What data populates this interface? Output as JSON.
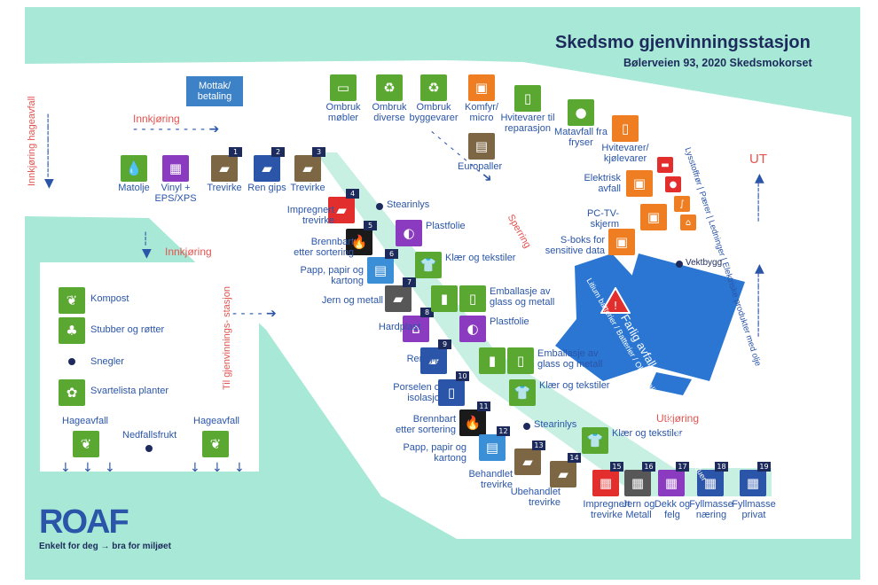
{
  "title": "Skedsmo gjenvinningsstasjon",
  "address": "Bølerveien 93, 2020 Skedsmokorset",
  "mottak": "Mottak/ betaling",
  "flow": {
    "innkjoring_top": "Innkjøring",
    "innkjoring_hage": "Innkjøring hageavfall",
    "innkjoring_left": "Innkjøring",
    "til_gjenvinning": "Til gjenvinnings- stasjon",
    "utkjoring": "Utkjøring",
    "ut": "UT",
    "sperring": "Sperring"
  },
  "top_row": [
    {
      "label": "Ombruk møbler",
      "color": "#5aa832",
      "icon": "sofa-icon",
      "glyph": "▭"
    },
    {
      "label": "Ombruk diverse",
      "color": "#5aa832",
      "icon": "recycle-icon",
      "glyph": "♻"
    },
    {
      "label": "Ombruk byggevarer",
      "color": "#5aa832",
      "icon": "recycle-icon",
      "glyph": "♻"
    },
    {
      "label": "Komfyr/ micro",
      "color": "#ef7d22",
      "icon": "stove-icon",
      "glyph": "▣"
    },
    {
      "label": "Hvitevarer til reparasjon",
      "color": "#5aa832",
      "icon": "fridge-icon",
      "glyph": "▯"
    },
    {
      "label": "Matavfall fra fryser",
      "color": "#5aa832",
      "icon": "apple-icon",
      "glyph": "●"
    },
    {
      "label": "Hvitevarer/ kjølevarer",
      "color": "#ef7d22",
      "icon": "fridge-icon",
      "glyph": "▯"
    }
  ],
  "europaller": {
    "label": "Europaller",
    "color": "#7d6643"
  },
  "entrance_row": [
    {
      "label": "Matolje",
      "color": "#5aa832",
      "icon": "oil-drop-icon",
      "glyph": "💧"
    },
    {
      "label": "Vinyl + EPS/XPS",
      "color": "#8b3bbf",
      "icon": "foam-icon",
      "glyph": "▦"
    },
    {
      "label": "Trevirke",
      "color": "#7d6643",
      "num": "1",
      "icon": "wood-icon",
      "glyph": "▰"
    },
    {
      "label": "Ren gips",
      "color": "#2a55a8",
      "num": "2",
      "icon": "gypsum-icon",
      "glyph": "▰"
    },
    {
      "label": "Trevirke",
      "color": "#7d6643",
      "num": "3",
      "icon": "wood-icon",
      "glyph": "▰"
    }
  ],
  "left_col": [
    {
      "label": "Impregnert trevirke",
      "color": "#e32e2e",
      "num": "4",
      "glyph": "▰"
    },
    {
      "label": "Brennbart etter sortering",
      "color": "#1a1a1a",
      "num": "5",
      "glyph": "🔥"
    },
    {
      "label": "Papp, papir og kartong",
      "color": "#3a8fd6",
      "num": "6",
      "glyph": "▤"
    },
    {
      "label": "Jern og metall",
      "color": "#575757",
      "num": "7",
      "glyph": "▰"
    },
    {
      "label": "Hardplast",
      "color": "#8b3bbf",
      "num": "8",
      "glyph": "⌂"
    },
    {
      "label": "Ren gips",
      "color": "#2a55a8",
      "num": "9",
      "glyph": "▰"
    },
    {
      "label": "Porselen og isolasjon",
      "color": "#2a55a8",
      "num": "10",
      "glyph": "▯"
    },
    {
      "label": "Brennbart etter sortering",
      "color": "#1a1a1a",
      "num": "11",
      "glyph": "🔥"
    },
    {
      "label": "Papp, papir og kartong",
      "color": "#3a8fd6",
      "num": "12",
      "glyph": "▤"
    },
    {
      "label": "Behandlet trevirke",
      "color": "#7d6643",
      "num": "13",
      "glyph": "▰"
    },
    {
      "label": "Ubehandlet trevirke",
      "color": "#7d6643",
      "num": "14",
      "glyph": "▰"
    }
  ],
  "right_col": [
    {
      "label": "Stearinlys",
      "type": "dot"
    },
    {
      "label": "Plastfolie",
      "color": "#8b3bbf",
      "glyph": "◐"
    },
    {
      "label": "Klær og tekstiler",
      "color": "#5aa832",
      "glyph": "👕"
    },
    {
      "label": "Emballasje av glass og metall",
      "color": "#5aa832",
      "glyph": "▮"
    },
    {
      "label": "Plastfolie",
      "color": "#8b3bbf",
      "glyph": "◐"
    },
    {
      "label": "Emballasje av glass og metall",
      "color": "#5aa832",
      "glyph": "▮"
    },
    {
      "label": "Klær og tekstiler",
      "color": "#5aa832",
      "glyph": "👕"
    },
    {
      "label": "Stearinlys",
      "type": "dot"
    },
    {
      "label": "Klær og tekstiler",
      "color": "#5aa832",
      "glyph": "👕"
    }
  ],
  "bottom_row": [
    {
      "label": "Impregnert trevirke",
      "color": "#e32e2e",
      "num": "15"
    },
    {
      "label": "Jern og Metall",
      "color": "#575757",
      "num": "16"
    },
    {
      "label": "Dekk og felg",
      "color": "#8b3bbf",
      "num": "17"
    },
    {
      "label": "Fyllmasse næring",
      "color": "#2a55a8",
      "num": "18"
    },
    {
      "label": "Fyllmasse privat",
      "color": "#2a55a8",
      "num": "19"
    }
  ],
  "right_side": [
    {
      "label": "Elektrisk avfall",
      "color": "#ef7d22"
    },
    {
      "label": "PC-TV-skjerm",
      "color": "#ef7d22"
    },
    {
      "label": "S-boks for sensitive data",
      "color": "#ef7d22"
    }
  ],
  "small_icons_colors": [
    "#e32e2e",
    "#ef7d22"
  ],
  "vert_small": "Lysstoffrør | Pærer | Ledninger | Elektriske produkter med olje",
  "building": {
    "vektbygg": "Vektbygg",
    "farlig": "Farlig avfall",
    "farlig_sub": "Litium batterier / Batterier / Olje, maling, lim, bio / Asbest / Vinduer"
  },
  "garden": {
    "kompost": "Kompost",
    "stubber": "Stubber og røtter",
    "snegler": "Snegler",
    "svartelista": "Svartelista planter",
    "hageavfall_1": "Hageavfall",
    "nedfallsfrukt": "Nedfallsfrukt",
    "hageavfall_2": "Hageavfall"
  },
  "logo": {
    "text": "ROAF",
    "tagline": "Enkelt for deg → bra for miljøet"
  },
  "colors": {
    "mint": "#a8e8d6",
    "navy": "#1d2b5c",
    "blue": "#2a55a8",
    "red": "#e4534f"
  }
}
